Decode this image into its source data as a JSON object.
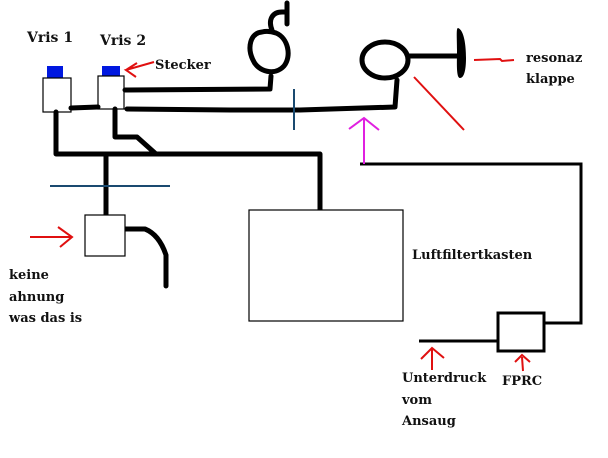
{
  "diagram": {
    "labels": {
      "vris1": "Vris 1",
      "vris2": "Vris 2",
      "stecker": "Stecker",
      "resonaz_line1": "resonaz",
      "resonaz_line2": "klappe",
      "luftfilter": "Luftfiltertkasten",
      "keine_line1": "keine",
      "keine_line2": "ahnung",
      "keine_line3": "was das is",
      "unterdruck_line1": "Unterdruck",
      "unterdruck_line2": "vom",
      "unterdruck_line3": "Ansaug",
      "fprc": "FPRC"
    },
    "colors": {
      "hose": "#000000",
      "connector": "#0018e0",
      "annotation_arrow": "#e01010",
      "vacuum_arrow": "#e020e0",
      "cut_mark": "#1a4a70",
      "background": "#ffffff"
    }
  }
}
